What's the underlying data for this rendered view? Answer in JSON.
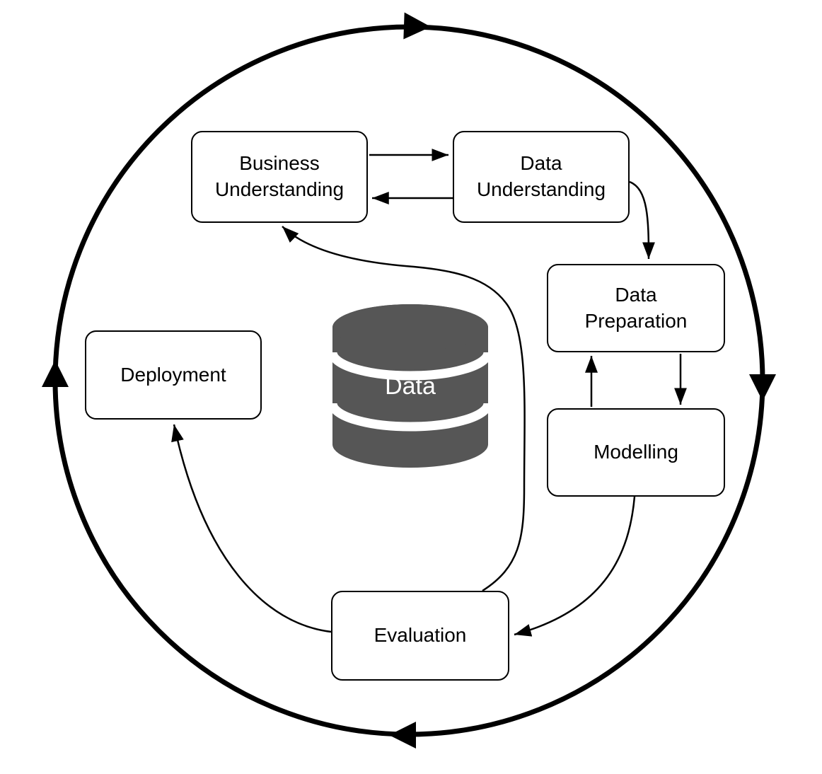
{
  "diagram": {
    "colors": {
      "background": "#ffffff",
      "line": "#000000",
      "box_fill": "#ffffff",
      "box_border": "#000000",
      "cylinder_fill": "#565656",
      "cylinder_text": "#ffffff"
    },
    "nodes": {
      "business_understanding": {
        "label": "Business\nUnderstanding"
      },
      "data_understanding": {
        "label": "Data\nUnderstanding"
      },
      "data_preparation": {
        "label": "Data\nPreparation"
      },
      "modelling": {
        "label": "Modelling"
      },
      "evaluation": {
        "label": "Evaluation"
      },
      "deployment": {
        "label": "Deployment"
      },
      "data_store": {
        "label": "Data"
      }
    }
  }
}
